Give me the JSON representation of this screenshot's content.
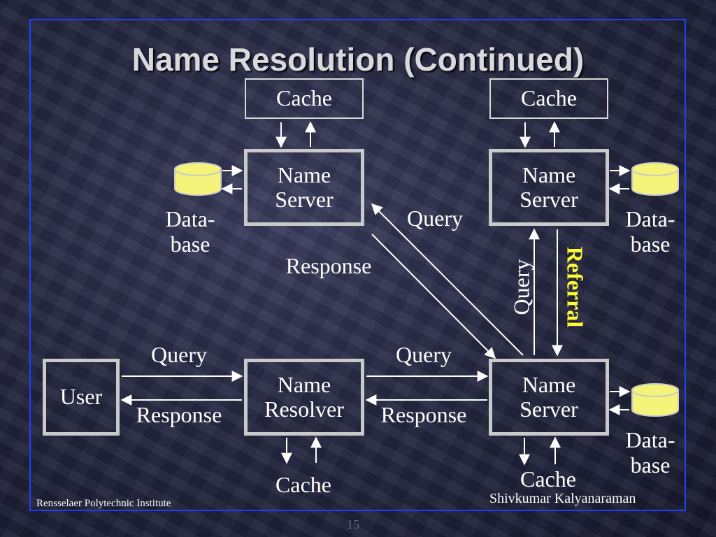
{
  "title": "Name Resolution (Continued)",
  "top_left": {
    "cache": "Cache",
    "server_line1": "Name",
    "server_line2": "Server",
    "db_line1": "Data-",
    "db_line2": "base"
  },
  "top_right": {
    "cache": "Cache",
    "server_line1": "Name",
    "server_line2": "Server",
    "db_line1": "Data-",
    "db_line2": "base"
  },
  "bottom_right": {
    "cache": "Cache",
    "server_line1": "Name",
    "server_line2": "Server",
    "db_line1": "Data-",
    "db_line2": "base"
  },
  "resolver": {
    "line1": "Name",
    "line2": "Resolver",
    "cache": "Cache"
  },
  "user": "User",
  "edges": {
    "user_query": "Query",
    "user_response": "Response",
    "resolver_query": "Query",
    "resolver_response": "Response",
    "diag_query": "Query",
    "diag_response": "Response",
    "vertical_query": "Query",
    "referral": "Referral"
  },
  "footer": {
    "institute": "Rensselaer Polytechnic Institute",
    "author": "Shivkumar Kalyanaraman",
    "page": "15"
  },
  "colors": {
    "frame": "#1f3fff",
    "referral": "#ffff33",
    "database": "#f4f47a"
  }
}
